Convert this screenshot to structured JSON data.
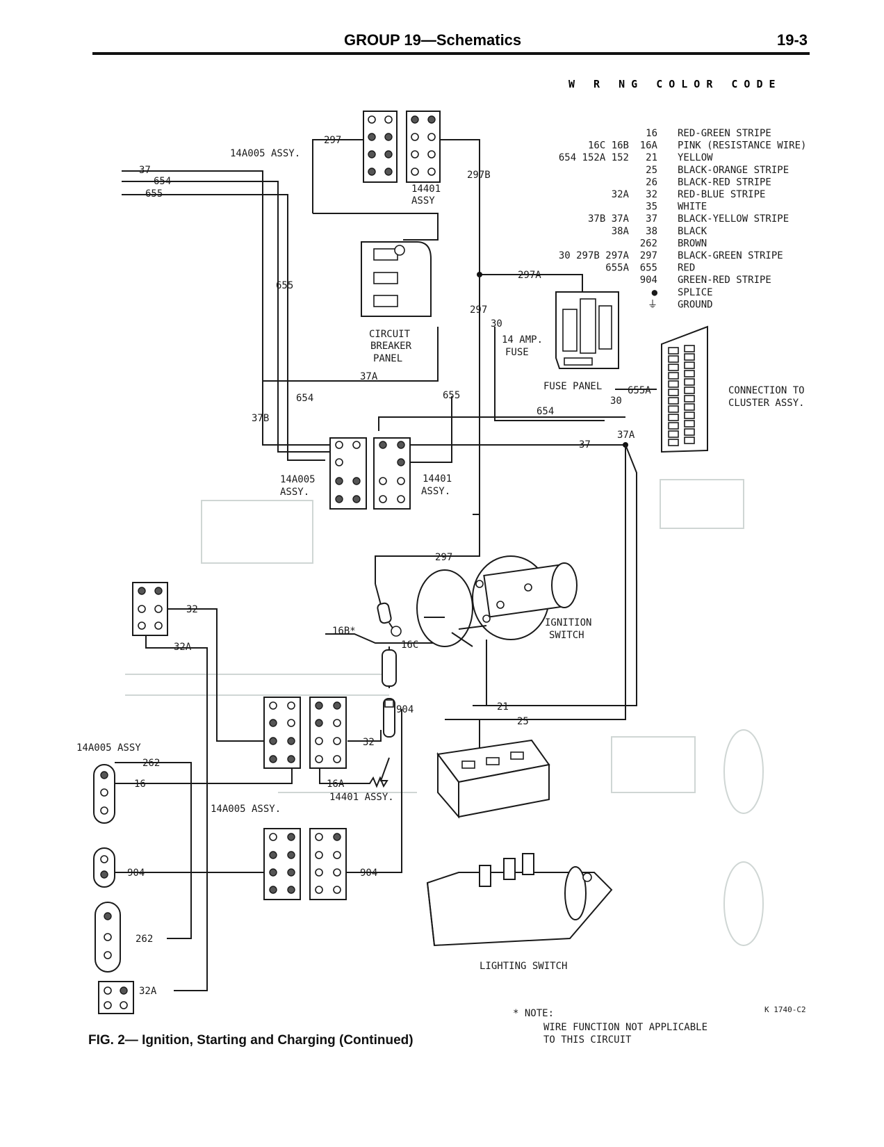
{
  "header": {
    "group_title": "GROUP 19—Schematics",
    "page_number": "19-3"
  },
  "color_code": {
    "title": "W R NG COLOR CODE",
    "rows": [
      {
        "alts": "",
        "code": "16",
        "desc": "RED-GREEN STRIPE"
      },
      {
        "alts": "16C 16B",
        "code": "16A",
        "desc": "PINK (RESISTANCE WIRE)"
      },
      {
        "alts": "654 152A 152",
        "code": "21",
        "desc": "YELLOW"
      },
      {
        "alts": "",
        "code": "25",
        "desc": "BLACK-ORANGE STRIPE"
      },
      {
        "alts": "",
        "code": "26",
        "desc": "BLACK-RED STRIPE"
      },
      {
        "alts": "32A",
        "code": "32",
        "desc": "RED-BLUE STRIPE"
      },
      {
        "alts": "",
        "code": "35",
        "desc": "WHITE"
      },
      {
        "alts": "37B 37A",
        "code": "37",
        "desc": "BLACK-YELLOW STRIPE"
      },
      {
        "alts": "38A",
        "code": "38",
        "desc": "BLACK"
      },
      {
        "alts": "",
        "code": "262",
        "desc": "BROWN"
      },
      {
        "alts": "30 297B 297A",
        "code": "297",
        "desc": "BLACK-GREEN STRIPE"
      },
      {
        "alts": "655A",
        "code": "655",
        "desc": "RED"
      },
      {
        "alts": "",
        "code": "904",
        "desc": "GREEN-RED STRIPE"
      },
      {
        "alts": "",
        "code": "●",
        "desc": "SPLICE"
      },
      {
        "alts": "",
        "code": "⏚",
        "desc": "GROUND"
      }
    ]
  },
  "labels": {
    "w37": "37",
    "w654": "654",
    "w655": "655",
    "assy_14a005_top": "14A005 ASSY.",
    "w297_top": "297",
    "w297b": "297B",
    "assy_14401_top_1": "14401",
    "assy_14401_top_2": "ASSY",
    "w655_mid": "655",
    "cb_1": "CIRCUIT",
    "cb_2": "BREAKER",
    "cb_3": "PANEL",
    "w297a": "297A",
    "w297_mid": "297",
    "w30": "30",
    "fuse_1": "14 AMP.",
    "fuse_2": "FUSE",
    "w37a_mid": "37A",
    "fuse_panel": "FUSE PANEL",
    "w655a": "655A",
    "w30b": "30",
    "conn_1": "CONNECTION TO",
    "conn_2": "CLUSTER ASSY.",
    "w654_left": "654",
    "w655_center": "655",
    "w654_right": "654",
    "w37b": "37B",
    "w37_right": "37",
    "w37a_right": "37A",
    "assy_14a005_mid_1": "14A005",
    "assy_14a005_mid_2": "ASSY.",
    "assy_14401_mid_1": "14401",
    "assy_14401_mid_2": "ASSY.",
    "w297_low": "297",
    "w32": "32",
    "w32a": "32A",
    "w16b": "16B*",
    "w16c": "16C",
    "ign_1": "IGNITION",
    "ign_2": "SWITCH",
    "w904_mid": "904",
    "w21": "21",
    "w25": "25",
    "w32_mid": "32",
    "assy_14a005_left": "14A005 ASSY",
    "w262": "262",
    "w16": "16",
    "w16a": "16A",
    "assy_14401_low": "14401 ASSY.",
    "assy_14a005_low": "14A005 ASSY.",
    "w904_left": "904",
    "w904_right": "904",
    "w262_low": "262",
    "w32a_low": "32A",
    "lighting": "LIGHTING SWITCH",
    "ref_code": "K 1740-C2"
  },
  "note": {
    "title": "* NOTE:",
    "line1": "WIRE FUNCTION NOT APPLICABLE",
    "line2": "TO THIS CIRCUIT"
  },
  "caption": "FIG. 2— Ignition, Starting and Charging (Continued)"
}
